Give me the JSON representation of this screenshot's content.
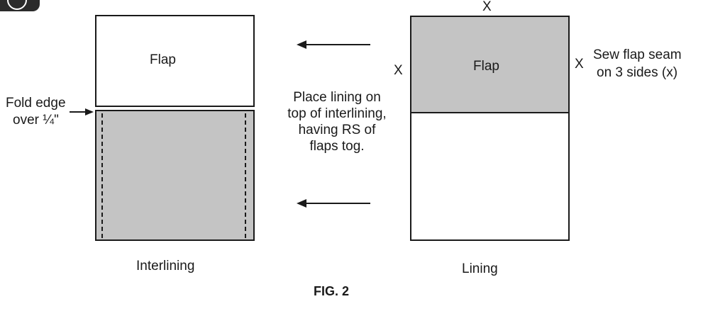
{
  "interlining": {
    "flap_label": "Flap",
    "caption": "Interlining",
    "fold_note_line1": "Fold edge",
    "fold_note_line2": "over ¼\""
  },
  "lining": {
    "flap_label": "Flap",
    "caption": "Lining",
    "mark_top": "X",
    "mark_left": "X",
    "mark_right": "X",
    "sew_note_line1": "Sew flap seam",
    "sew_note_line2": "on 3 sides (x)"
  },
  "instruction": {
    "line1": "Place lining on",
    "line2": "top of interlining,",
    "line3": "having RS of",
    "line4": "flaps tog."
  },
  "figure_label": "FIG. 2",
  "colors": {
    "fill_gray": "#c4c4c4",
    "outline": "#1a1a1a"
  },
  "icons": {
    "corner": "circle-icon"
  }
}
